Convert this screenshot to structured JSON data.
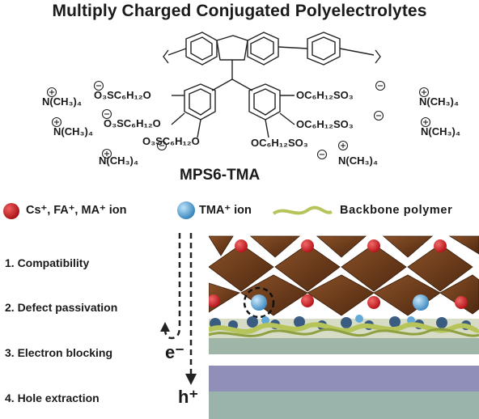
{
  "title": "Multiply Charged Conjugated Polyelectrolytes",
  "molecule": {
    "name": "MPS6-TMA",
    "tma": "N(CH₃)₄",
    "chain_left": "O₃SC₆H₁₂O",
    "chain_right": "OC₆H₁₂SO₃"
  },
  "legend": {
    "cation": "Cs⁺, FA⁺, MA⁺ ion",
    "tma": "TMA⁺ ion",
    "backbone": "Backbone polymer"
  },
  "steps": [
    "1. Compatibility",
    "2. Defect passivation",
    "3. Electron blocking",
    "4. Hole extraction"
  ],
  "carriers": {
    "electron": "e⁻",
    "hole": "h⁺"
  },
  "colors": {
    "cation": "#c0161b",
    "tma": "#4f9bd0",
    "octahedron": "#6b3a1a",
    "backbone": "#b7c45a",
    "htl_top": "#8f8fba",
    "htl_bottom": "#9ab3ab",
    "etl": "#9eb5a8"
  }
}
